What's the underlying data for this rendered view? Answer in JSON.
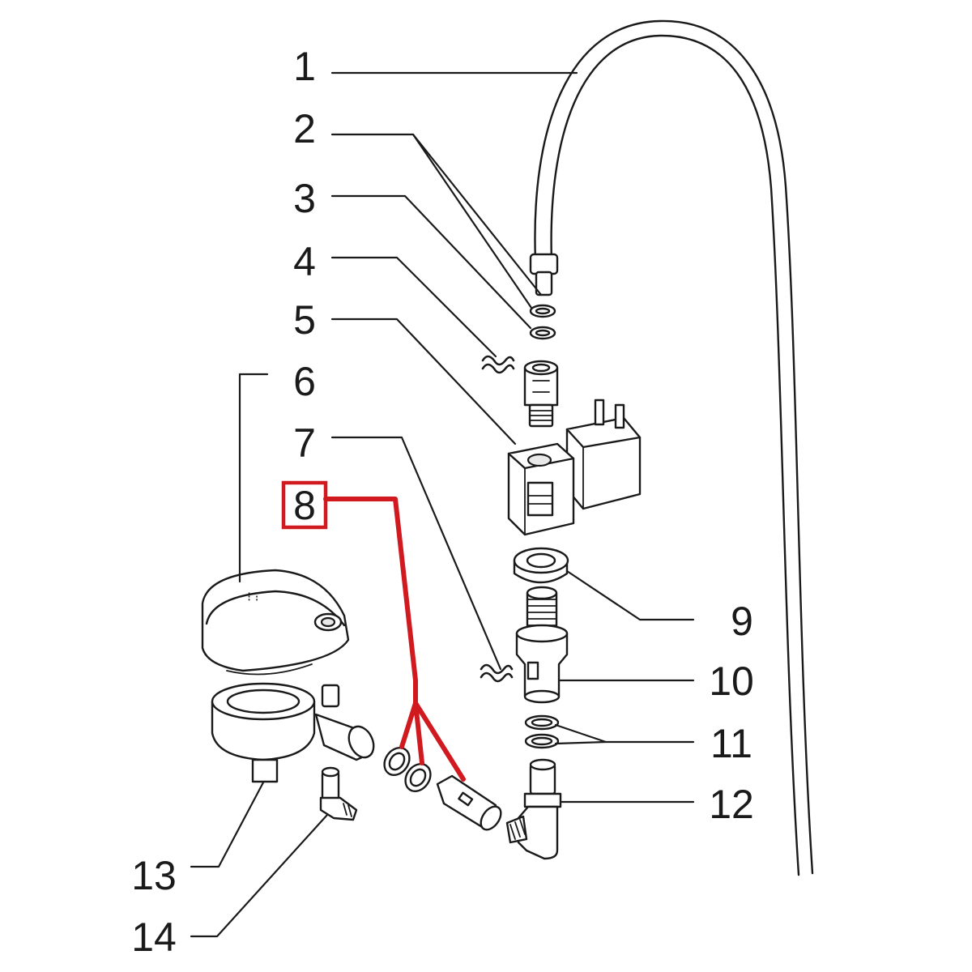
{
  "diagram": {
    "callouts": [
      {
        "id": "1",
        "text": "1"
      },
      {
        "id": "2",
        "text": "2"
      },
      {
        "id": "3",
        "text": "3"
      },
      {
        "id": "4",
        "text": "4"
      },
      {
        "id": "5",
        "text": "5"
      },
      {
        "id": "6",
        "text": "6"
      },
      {
        "id": "7",
        "text": "7"
      },
      {
        "id": "8",
        "text": "8"
      },
      {
        "id": "9",
        "text": "9"
      },
      {
        "id": "10",
        "text": "10"
      },
      {
        "id": "11",
        "text": "11"
      },
      {
        "id": "12",
        "text": "12"
      },
      {
        "id": "13",
        "text": "13"
      },
      {
        "id": "14",
        "text": "14"
      }
    ],
    "highlighted_callout": "8",
    "highlight_color": "#d11a1f",
    "line_color": "#1a1a1a",
    "background_color": "#ffffff"
  }
}
